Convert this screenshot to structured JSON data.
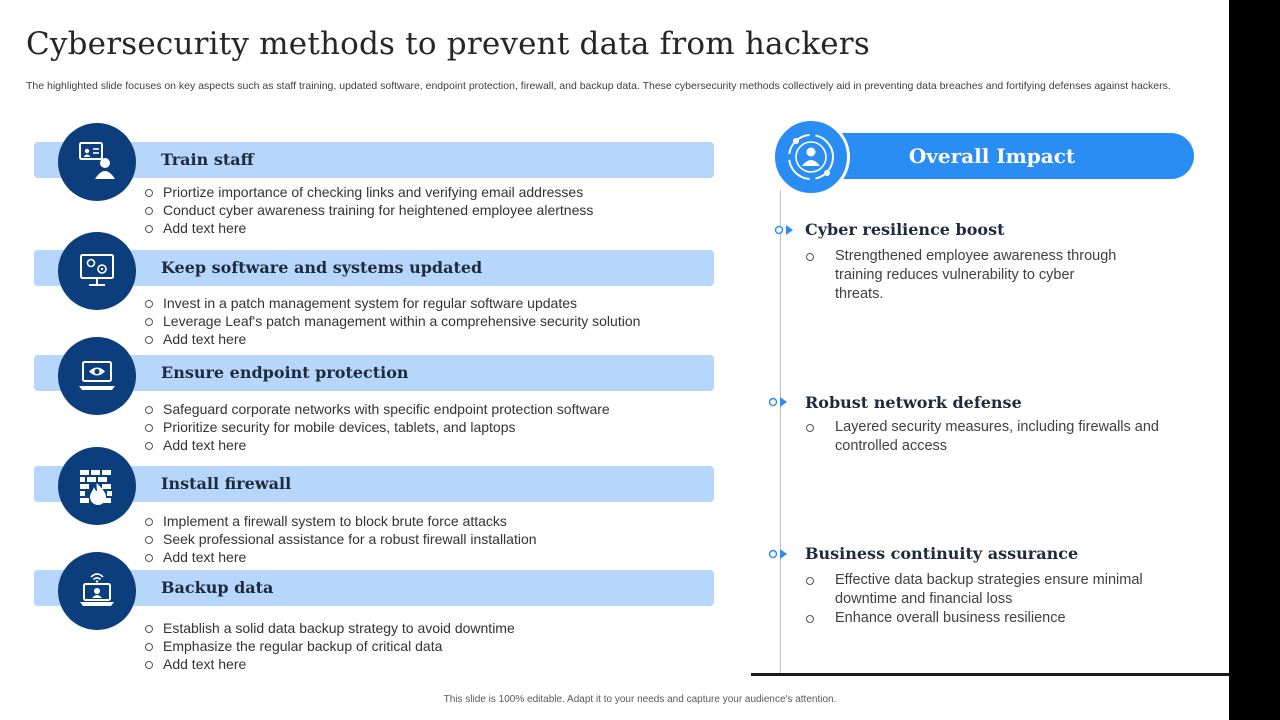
{
  "title": "Cybersecurity methods to prevent data from hackers",
  "subtitle": "The highlighted slide focuses on key aspects such as staff training, updated software, endpoint protection, firewall, and backup data. These cybersecurity methods collectively aid in preventing data breaches and fortifying defenses against hackers.",
  "methods": [
    {
      "icon": "presentation-user-icon",
      "title": "Train staff",
      "bullets": [
        "Priortize importance of checking links and verifying email addresses",
        "Conduct cyber awareness training for heightened employee alertness",
        "Add text here"
      ]
    },
    {
      "icon": "monitor-gears-icon",
      "title": "Keep software and systems updated",
      "bullets": [
        "Invest in a patch management system for regular software updates",
        "Leverage Leaf's patch management within a comprehensive security solution",
        "Add text here"
      ]
    },
    {
      "icon": "laptop-eye-icon",
      "title": "Ensure endpoint protection",
      "bullets": [
        "Safeguard corporate networks with specific endpoint protection software",
        "Prioritize security for mobile devices, tablets, and laptops",
        "Add text here"
      ]
    },
    {
      "icon": "firewall-icon",
      "title": "Install firewall",
      "bullets": [
        "Implement a firewall system to block brute force attacks",
        "Seek professional assistance for a robust firewall installation",
        "Add text here"
      ]
    },
    {
      "icon": "laptop-cloud-icon",
      "title": "Backup data",
      "bullets": [
        "Establish a solid data backup strategy to avoid downtime",
        "Emphasize the regular backup of critical data",
        "Add text here"
      ]
    }
  ],
  "impact": {
    "header": "Overall Impact",
    "icon": "user-cycle-icon",
    "items": [
      {
        "title": "Cyber resilience boost",
        "bullets": [
          "Strengthened employee awareness through training reduces vulnerability to cyber threats."
        ]
      },
      {
        "title": "Robust network defense",
        "bullets": [
          "Layered security measures, including firewalls and controlled access"
        ]
      },
      {
        "title": "Business continuity assurance",
        "bullets": [
          "Effective data backup strategies ensure minimal downtime and financial loss",
          "Enhance overall business resilience"
        ]
      }
    ]
  },
  "footer": "This slide is 100% editable. Adapt it to your needs and capture your audience's attention.",
  "colors": {
    "navy": "#0c3e7d",
    "light_blue_band": "#b6d6fb",
    "accent_blue": "#2a8df4"
  }
}
